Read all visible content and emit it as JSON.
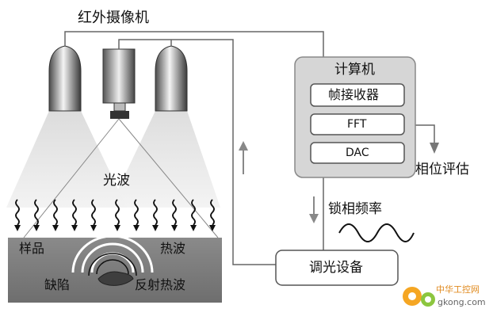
{
  "labels": {
    "ir_camera": "红外摄像机",
    "computer": "计算机",
    "frame_grabber": "帧接收器",
    "fft": "FFT",
    "dac": "DAC",
    "phase_eval": "相位评估",
    "light_wave": "光波",
    "lockin_freq": "锁相频率",
    "sample": "样品",
    "heat_wave": "热波",
    "defect": "缺陷",
    "reflected_heat_wave": "反射热波",
    "modulator": "调光设备"
  },
  "watermark": {
    "name": "中华工控网",
    "url": "gkong.com"
  },
  "colors": {
    "computer_fill": "#d6d6d6",
    "sample_fill": "#7a7a7a",
    "line": "#666666",
    "beam": "#e5e5e5"
  }
}
